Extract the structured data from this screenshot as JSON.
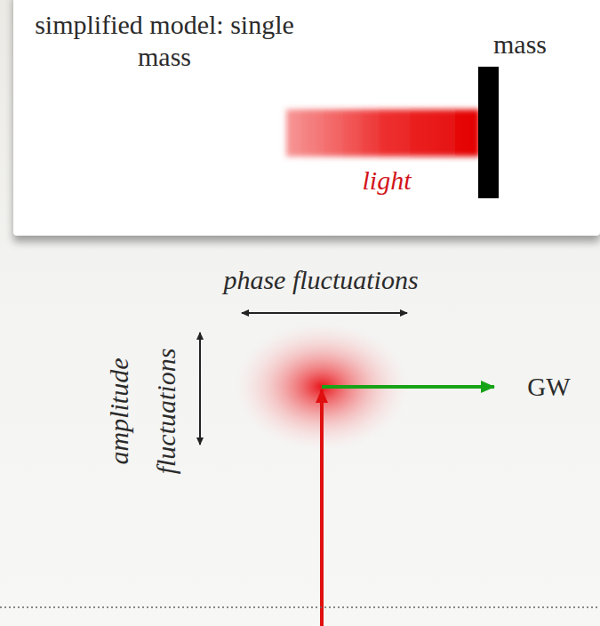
{
  "diagram": {
    "nodes": [
      {
        "text": [
          "simplified model: single mass",
          "mass",
          "light"
        ]
      }
    ],
    "labels": [
      "phase fluctuations",
      "amplitude fluctuations",
      "GW"
    ]
  }
}
